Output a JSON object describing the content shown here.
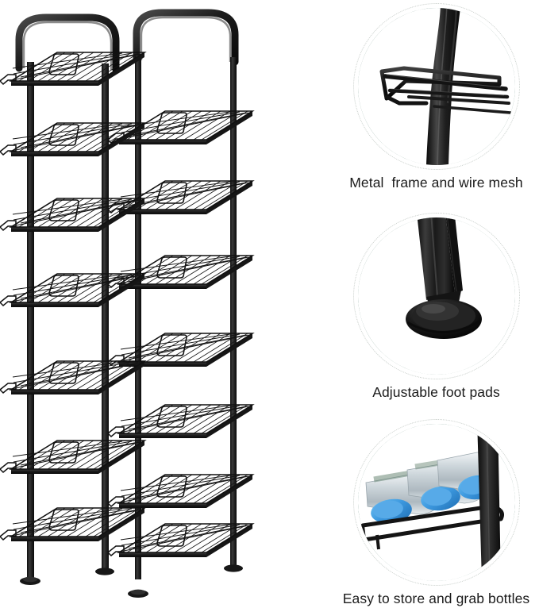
{
  "product": {
    "name": "7-tier metal water bottle storage rack",
    "description": "Tall black metal frame shelving unit with wire mesh shelves shown in 3/4 perspective",
    "color": "#1a1a1a",
    "tiers": 7,
    "columns": 2,
    "parts": {
      "handle": "arched-top-handle",
      "shelf": "wire-mesh-shelf",
      "clip": "bottle-stop-clip",
      "post": "square-vertical-post",
      "foot": "round-adjustable-foot-pad"
    }
  },
  "features": [
    {
      "id": "metal-frame",
      "caption": "Metal  frame and wire mesh",
      "art": "frame-and-mesh-closeup",
      "ring_color": "#2d5e4e",
      "dotted_ring_color": "#c9cfcb"
    },
    {
      "id": "foot-pads",
      "caption": "Adjustable foot pads",
      "art": "foot-pad-closeup",
      "ring_color": "#2d5e4e",
      "dotted_ring_color": "#c9cfcb"
    },
    {
      "id": "store-bottles",
      "caption": "Easy to store and grab bottles",
      "art": "bottles-on-shelf-closeup",
      "ring_color": "#2d5e4e",
      "dotted_ring_color": "#c9cfcb"
    }
  ],
  "colors": {
    "background": "#ffffff",
    "metal_dark": "#111111",
    "metal_mid": "#2b2b2b",
    "metal_light": "#4a4a4a",
    "accent_green": "#2d5e4e",
    "dotted_gray": "#c9cfcb",
    "caption_text": "#1b1b1b",
    "bottle_cap_blue": "#3e9ae0",
    "bottle_body": "#d8dee2"
  }
}
